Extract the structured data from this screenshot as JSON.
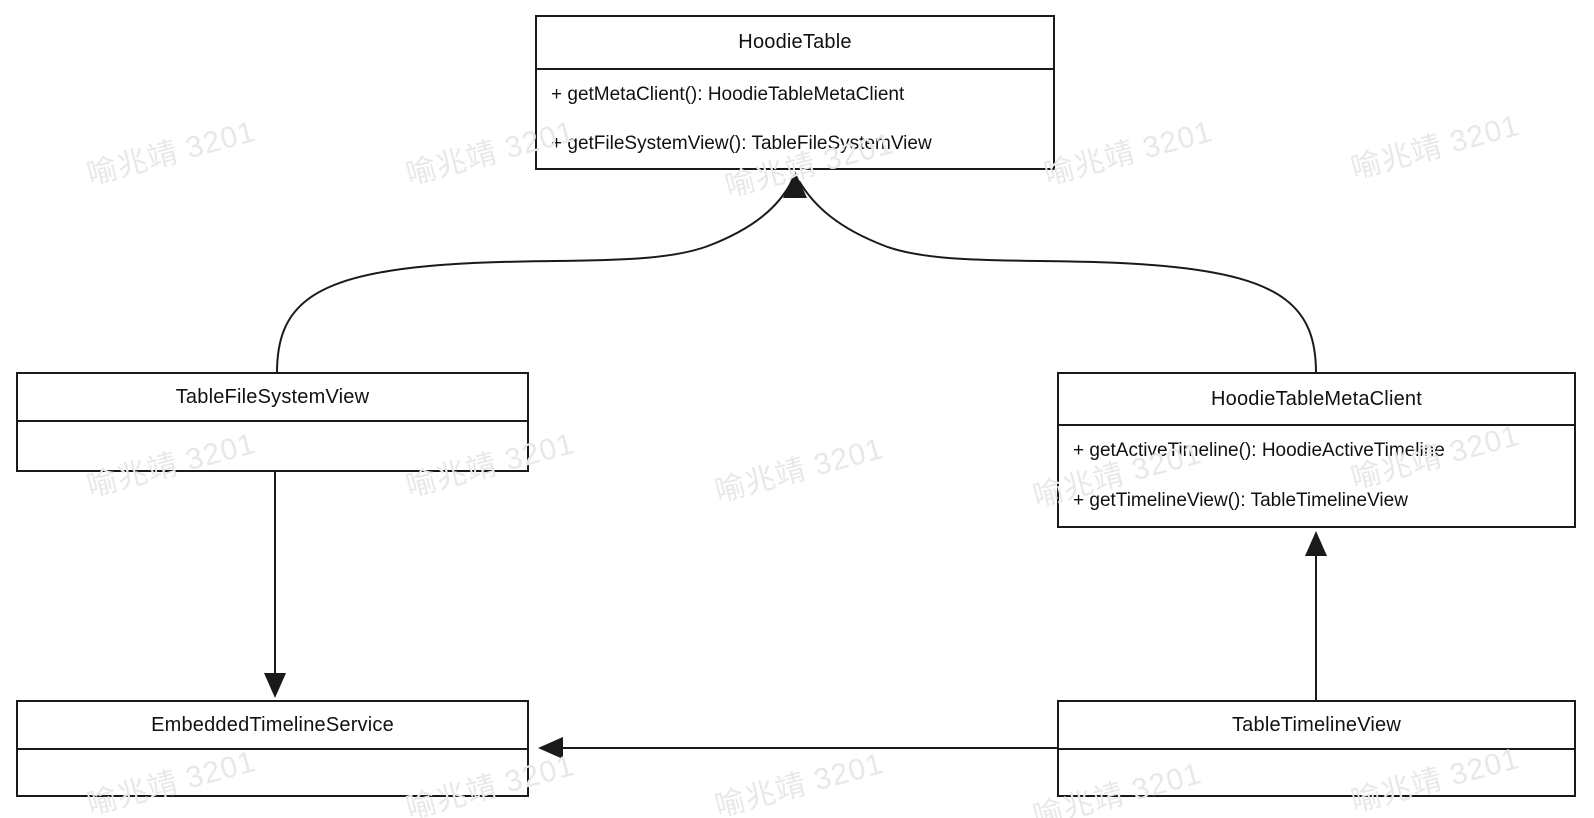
{
  "diagram": {
    "type": "uml-class-diagram",
    "line_color": "#1a1a1a",
    "background_color": "#ffffff",
    "watermark": {
      "text": "喻兆靖 3201",
      "color": "#e8e8e8"
    },
    "classes": [
      {
        "name": "HoodieTable",
        "methods": [
          "+ getMetaClient(): HoodieTableMetaClient",
          "+ getFileSystemView(): TableFileSystemView"
        ]
      },
      {
        "name": "TableFileSystemView",
        "methods": []
      },
      {
        "name": "HoodieTableMetaClient",
        "methods": [
          "+ getActiveTimeline(): HoodieActiveTimeline",
          "+ getTimelineView(): TableTimelineView"
        ]
      },
      {
        "name": "EmbeddedTimelineService",
        "methods": []
      },
      {
        "name": "TableTimelineView",
        "methods": []
      }
    ],
    "relations": [
      {
        "from": "TableFileSystemView",
        "to": "HoodieTable",
        "style": "curved-arrow"
      },
      {
        "from": "HoodieTableMetaClient",
        "to": "HoodieTable",
        "style": "curved-arrow"
      },
      {
        "from": "TableFileSystemView",
        "to": "EmbeddedTimelineService",
        "style": "straight-arrow"
      },
      {
        "from": "TableTimelineView",
        "to": "HoodieTableMetaClient",
        "style": "straight-arrow"
      },
      {
        "from": "TableTimelineView",
        "to": "EmbeddedTimelineService",
        "style": "straight-arrow"
      }
    ]
  }
}
